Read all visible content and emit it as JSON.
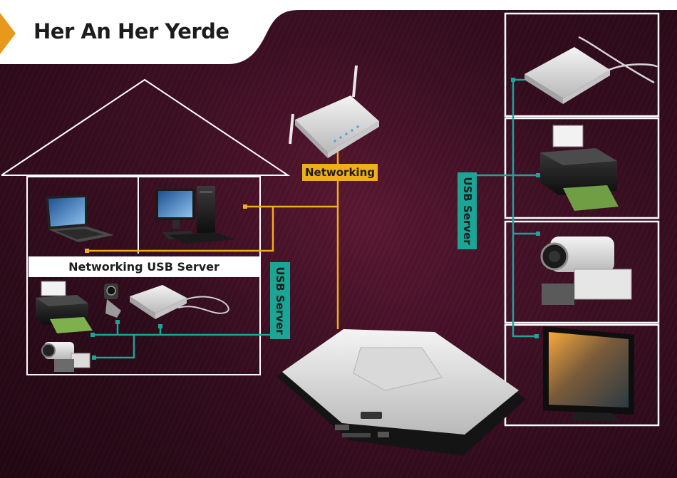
{
  "title": "Her An Her Yerde",
  "labels": {
    "networking": "Networking",
    "networking_usb_server": "Networking USB Server",
    "usb_server_left": "USB Server",
    "usb_server_right": "USB Server"
  },
  "colors": {
    "background": "#3f0f24",
    "networking_line": "#f0ad1c",
    "usb_line": "#1aa597",
    "accent_triangle": "#e8981c",
    "frame": "#ffffff"
  },
  "device_icons": [
    "router-icon",
    "laptop-icon",
    "desktop-pc-icon",
    "printer-icon",
    "webcam-icon",
    "external-drive-icon",
    "camcorder-icon",
    "usb-server-device-icon",
    "tv-icon"
  ]
}
